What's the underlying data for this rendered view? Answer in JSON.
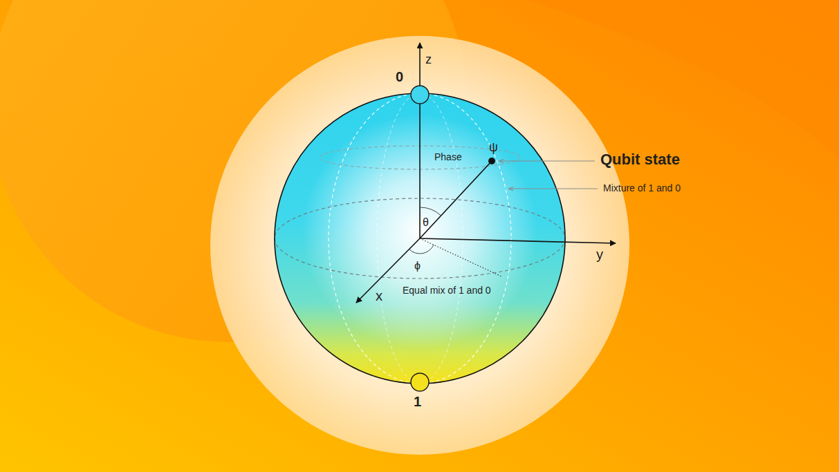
{
  "diagram": {
    "labels": [
      "z",
      "0",
      "Phase",
      "ψ",
      "Qubit state",
      "Mixture of 1 and 0",
      "θ",
      "y",
      "ϕ",
      "x",
      "Equal mix of 1 and 0",
      "1"
    ]
  }
}
